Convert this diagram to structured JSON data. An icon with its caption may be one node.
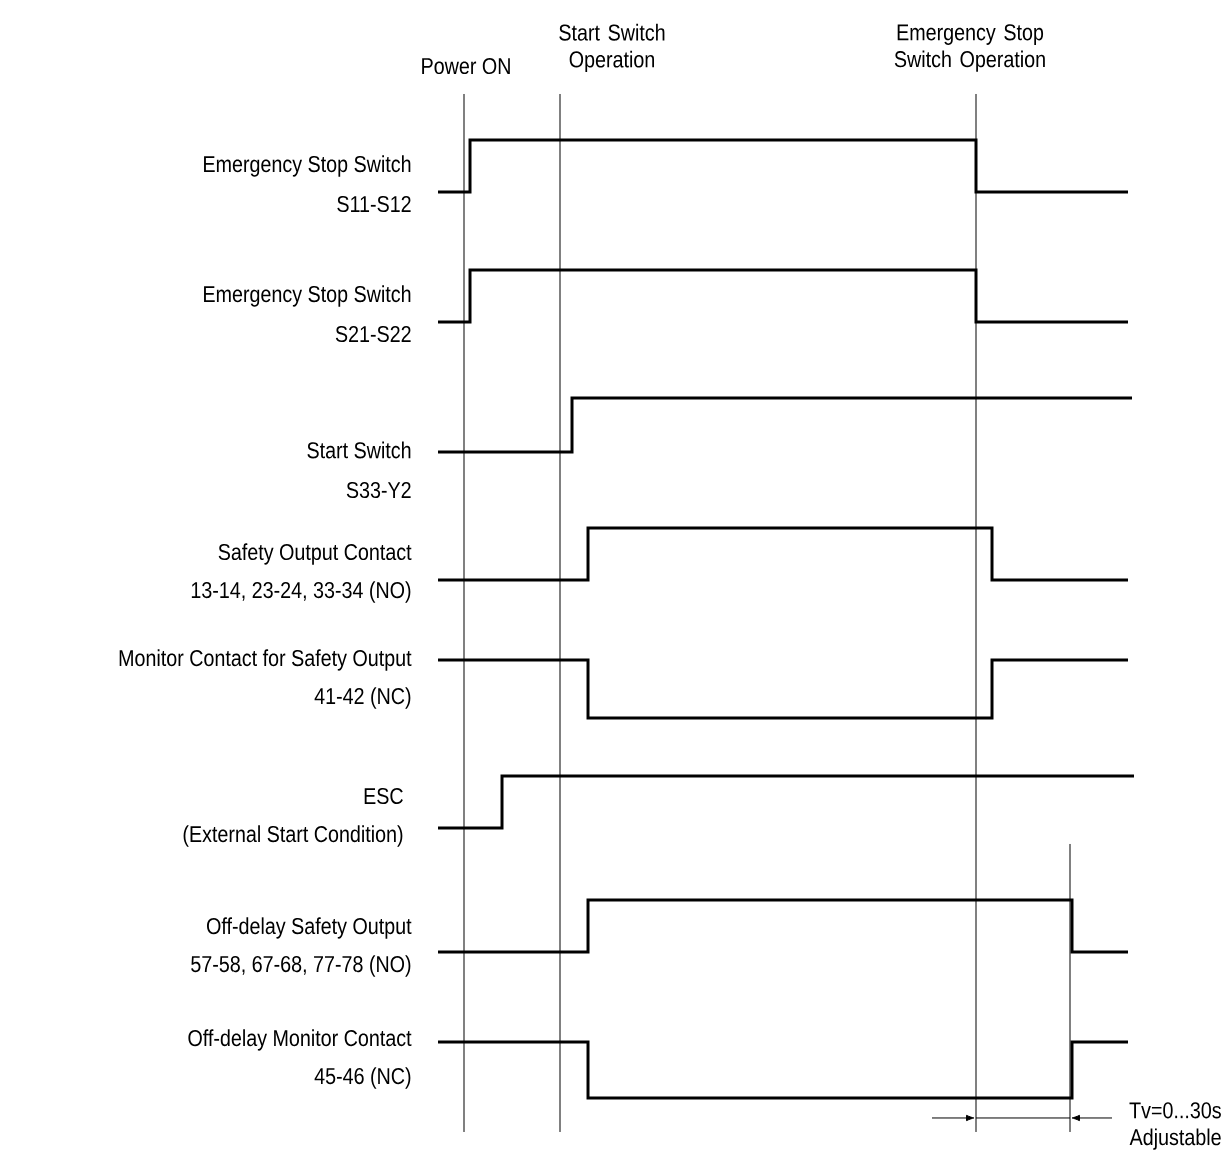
{
  "diagram": {
    "labels": [
      "Power ON",
      "Start Switch Operation",
      "Emergency Stop Switch Operation",
      "Emergency Stop Switch",
      "S11-S12",
      "Emergency Stop Switch",
      "S21-S22",
      "Start Switch",
      "S33-Y2",
      "Safety Output Contact",
      "13-14, 23-24, 33-34 (NO)",
      "Monitor Contact for Safety Output",
      "41-42 (NC)",
      "ESC",
      "(External Start Condition)",
      "Off-delay Safety Output",
      "57-58, 67-68, 77-78 (NO)",
      "Off-delay Monitor Contact",
      "45-46 (NC)",
      "Tv=0...30s Adjustable"
    ]
  }
}
